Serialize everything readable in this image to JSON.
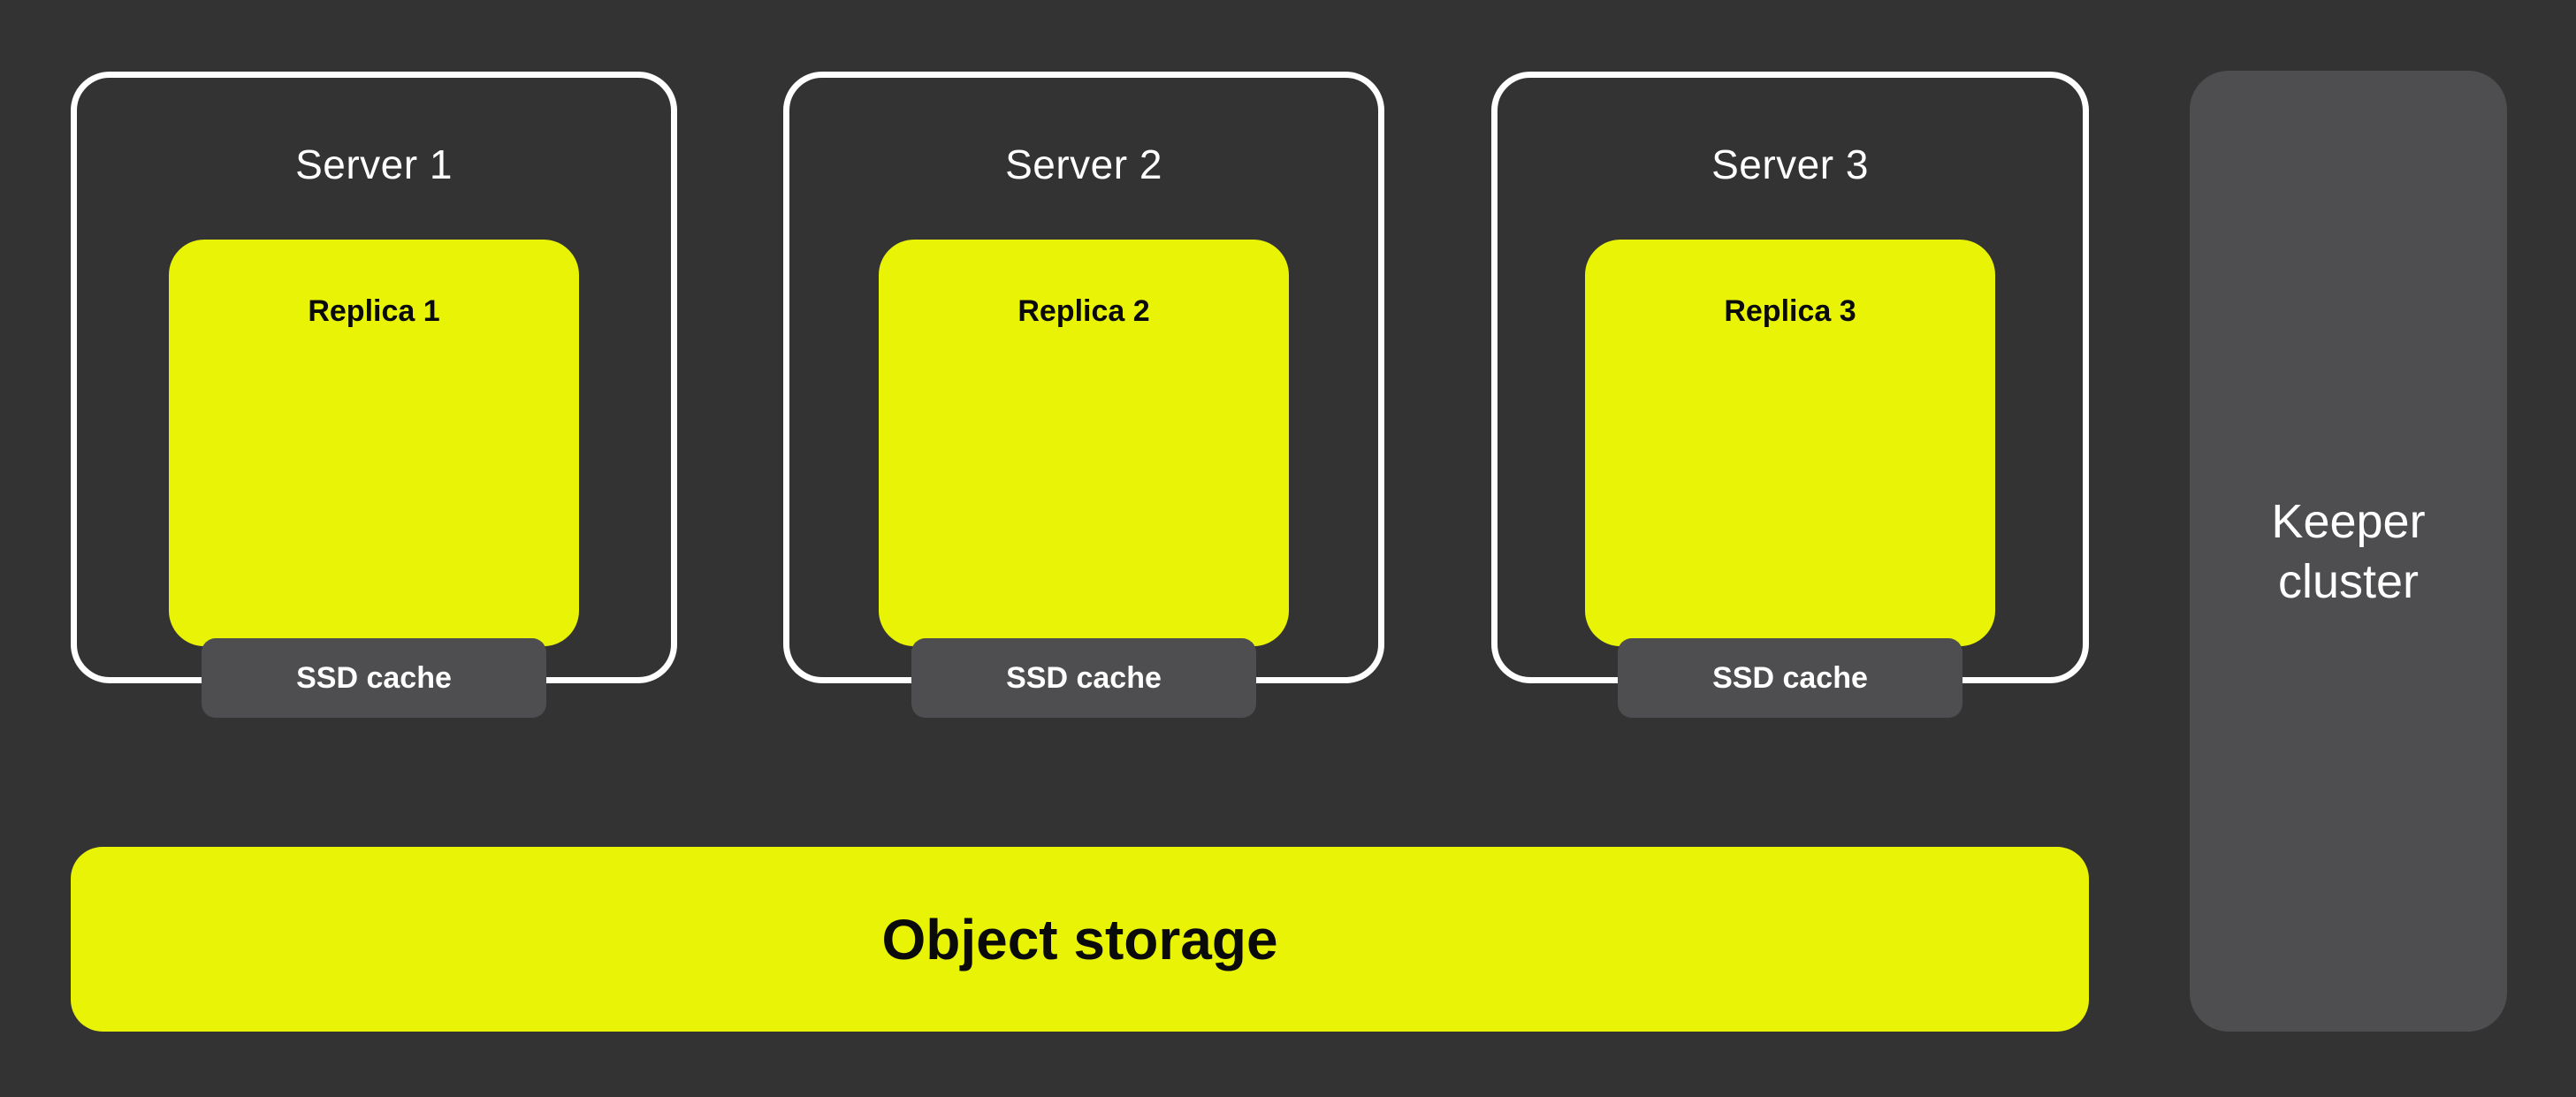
{
  "colors": {
    "background": "#333333",
    "panel-gray": "#4E4E50",
    "accent-yellow": "#E8F305",
    "border-white": "#FFFFFF",
    "text-white": "#FFFFFF",
    "text-black": "#0A0A0A"
  },
  "servers": [
    {
      "title": "Server 1",
      "replica_label": "Replica 1",
      "cache_label": "SSD cache"
    },
    {
      "title": "Server 2",
      "replica_label": "Replica 2",
      "cache_label": "SSD cache"
    },
    {
      "title": "Server 3",
      "replica_label": "Replica 3",
      "cache_label": "SSD cache"
    }
  ],
  "object_storage": {
    "label": "Object storage"
  },
  "keeper_cluster": {
    "label": "Keeper\ncluster"
  }
}
